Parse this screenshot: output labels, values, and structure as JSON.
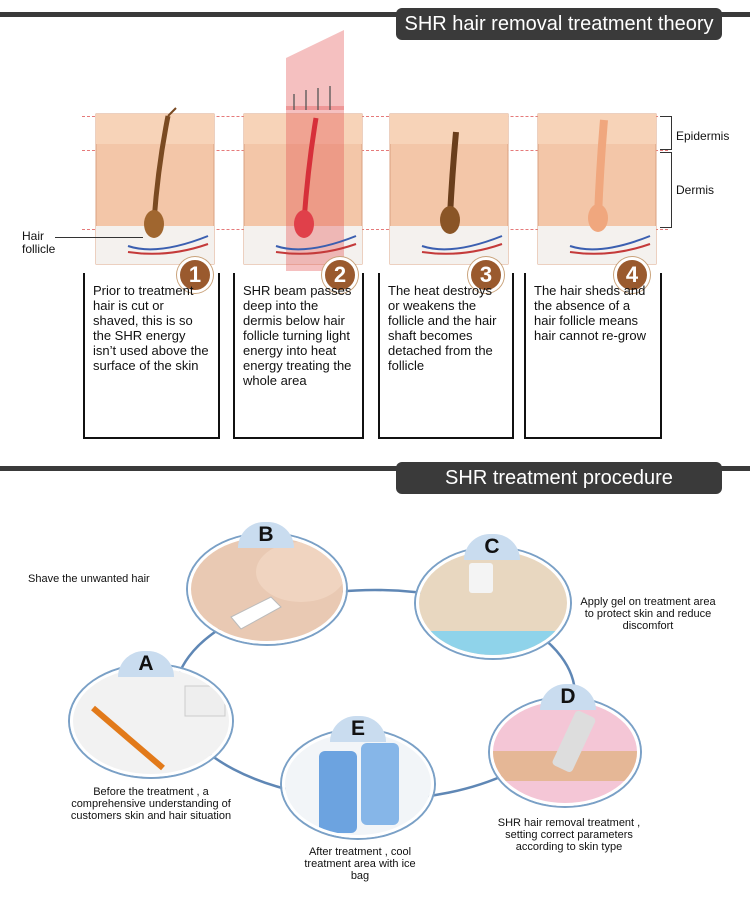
{
  "section1": {
    "title": "SHR hair removal treatment theory"
  },
  "layers": {
    "epidermis": "Epidermis",
    "dermis": "Dermis",
    "hair_follicle": "Hair follicle"
  },
  "steps": [
    {
      "num": "1",
      "text": "Prior to treatment hair is cut or shaved, this is so the SHR energy isn’t used above the surface of the skin"
    },
    {
      "num": "2",
      "text": "SHR beam passes deep into the dermis below hair follicle turning light energy into heat energy treating the whole area"
    },
    {
      "num": "3",
      "text": "The heat destroys or weakens the follicle and the hair shaft becomes detached from the follicle"
    },
    {
      "num": "4",
      "text": "The hair sheds and the absence of a hair follicle means hair cannot re-grow"
    }
  ],
  "section2": {
    "title": "SHR treatment procedure"
  },
  "procedure": {
    "A": {
      "letter": "A",
      "caption": "Before the treatment , a comprehensive understanding of customers skin and hair situation"
    },
    "B": {
      "letter": "B",
      "caption": "Shave the unwanted hair"
    },
    "C": {
      "letter": "C",
      "caption": "Apply gel on treatment area to protect skin and reduce discomfort"
    },
    "D": {
      "letter": "D",
      "caption": "SHR hair removal treatment , setting correct parameters according to skin type"
    },
    "E": {
      "letter": "E",
      "caption": "After treatment , cool treatment area with ice bag"
    }
  },
  "colors": {
    "header": "#3a3a3a",
    "badge": "#9a5a2e",
    "skin": "#f3c6a8",
    "ring": "#7aa0c6"
  }
}
